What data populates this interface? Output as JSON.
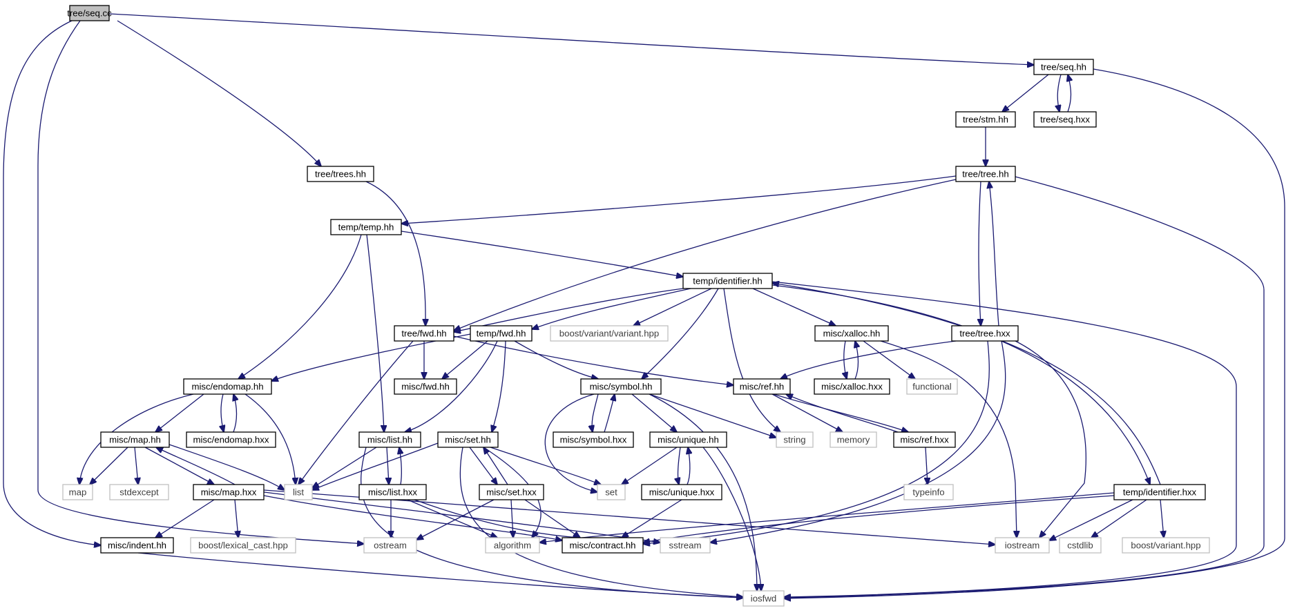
{
  "diagram": {
    "colors": {
      "edge": "#191970",
      "project_border": "#000000",
      "external_border": "#bfbfbf",
      "root_fill": "#bfbfbf",
      "fill": "#ffffff",
      "project_text": "#000000",
      "external_text": "#404040"
    },
    "nodes": [
      {
        "id": "tree_seq_cc",
        "label": "tree/seq.cc",
        "kind": "root"
      },
      {
        "id": "tree_seq_hh",
        "label": "tree/seq.hh",
        "kind": "project"
      },
      {
        "id": "tree_stm_hh",
        "label": "tree/stm.hh",
        "kind": "project"
      },
      {
        "id": "tree_seq_hxx",
        "label": "tree/seq.hxx",
        "kind": "project"
      },
      {
        "id": "tree_trees_hh",
        "label": "tree/trees.hh",
        "kind": "project"
      },
      {
        "id": "tree_tree_hh",
        "label": "tree/tree.hh",
        "kind": "project"
      },
      {
        "id": "temp_temp_hh",
        "label": "temp/temp.hh",
        "kind": "project"
      },
      {
        "id": "temp_identifier_hh",
        "label": "temp/identifier.hh",
        "kind": "project"
      },
      {
        "id": "tree_fwd_hh",
        "label": "tree/fwd.hh",
        "kind": "project"
      },
      {
        "id": "temp_fwd_hh",
        "label": "temp/fwd.hh",
        "kind": "project"
      },
      {
        "id": "boost_variant_variant_hpp",
        "label": "boost/variant/variant.hpp",
        "kind": "external"
      },
      {
        "id": "misc_xalloc_hh",
        "label": "misc/xalloc.hh",
        "kind": "project"
      },
      {
        "id": "tree_tree_hxx",
        "label": "tree/tree.hxx",
        "kind": "project"
      },
      {
        "id": "misc_endomap_hh",
        "label": "misc/endomap.hh",
        "kind": "project"
      },
      {
        "id": "misc_fwd_hh",
        "label": "misc/fwd.hh",
        "kind": "project"
      },
      {
        "id": "misc_symbol_hh",
        "label": "misc/symbol.hh",
        "kind": "project"
      },
      {
        "id": "misc_ref_hh",
        "label": "misc/ref.hh",
        "kind": "project"
      },
      {
        "id": "misc_xalloc_hxx",
        "label": "misc/xalloc.hxx",
        "kind": "project"
      },
      {
        "id": "functional",
        "label": "functional",
        "kind": "external"
      },
      {
        "id": "misc_map_hh",
        "label": "misc/map.hh",
        "kind": "project"
      },
      {
        "id": "misc_endomap_hxx",
        "label": "misc/endomap.hxx",
        "kind": "project"
      },
      {
        "id": "misc_list_hh",
        "label": "misc/list.hh",
        "kind": "project"
      },
      {
        "id": "misc_set_hh",
        "label": "misc/set.hh",
        "kind": "project"
      },
      {
        "id": "misc_symbol_hxx",
        "label": "misc/symbol.hxx",
        "kind": "project"
      },
      {
        "id": "misc_unique_hh",
        "label": "misc/unique.hh",
        "kind": "project"
      },
      {
        "id": "string",
        "label": "string",
        "kind": "external"
      },
      {
        "id": "memory",
        "label": "memory",
        "kind": "external"
      },
      {
        "id": "misc_ref_hxx",
        "label": "misc/ref.hxx",
        "kind": "project"
      },
      {
        "id": "map",
        "label": "map",
        "kind": "external"
      },
      {
        "id": "stdexcept",
        "label": "stdexcept",
        "kind": "external"
      },
      {
        "id": "misc_map_hxx",
        "label": "misc/map.hxx",
        "kind": "project"
      },
      {
        "id": "list",
        "label": "list",
        "kind": "external"
      },
      {
        "id": "misc_list_hxx",
        "label": "misc/list.hxx",
        "kind": "project"
      },
      {
        "id": "misc_set_hxx",
        "label": "misc/set.hxx",
        "kind": "project"
      },
      {
        "id": "set",
        "label": "set",
        "kind": "external"
      },
      {
        "id": "misc_unique_hxx",
        "label": "misc/unique.hxx",
        "kind": "project"
      },
      {
        "id": "typeinfo",
        "label": "typeinfo",
        "kind": "external"
      },
      {
        "id": "temp_identifier_hxx",
        "label": "temp/identifier.hxx",
        "kind": "project"
      },
      {
        "id": "misc_indent_hh",
        "label": "misc/indent.hh",
        "kind": "project"
      },
      {
        "id": "boost_lexical_cast_hpp",
        "label": "boost/lexical_cast.hpp",
        "kind": "external"
      },
      {
        "id": "ostream",
        "label": "ostream",
        "kind": "external"
      },
      {
        "id": "algorithm",
        "label": "algorithm",
        "kind": "external"
      },
      {
        "id": "misc_contract_hh",
        "label": "misc/contract.hh",
        "kind": "project"
      },
      {
        "id": "sstream",
        "label": "sstream",
        "kind": "external"
      },
      {
        "id": "iostream",
        "label": "iostream",
        "kind": "external"
      },
      {
        "id": "cstdlib",
        "label": "cstdlib",
        "kind": "external"
      },
      {
        "id": "boost_variant_hpp",
        "label": "boost/variant.hpp",
        "kind": "external"
      },
      {
        "id": "iosfwd",
        "label": "iosfwd",
        "kind": "external"
      }
    ]
  }
}
